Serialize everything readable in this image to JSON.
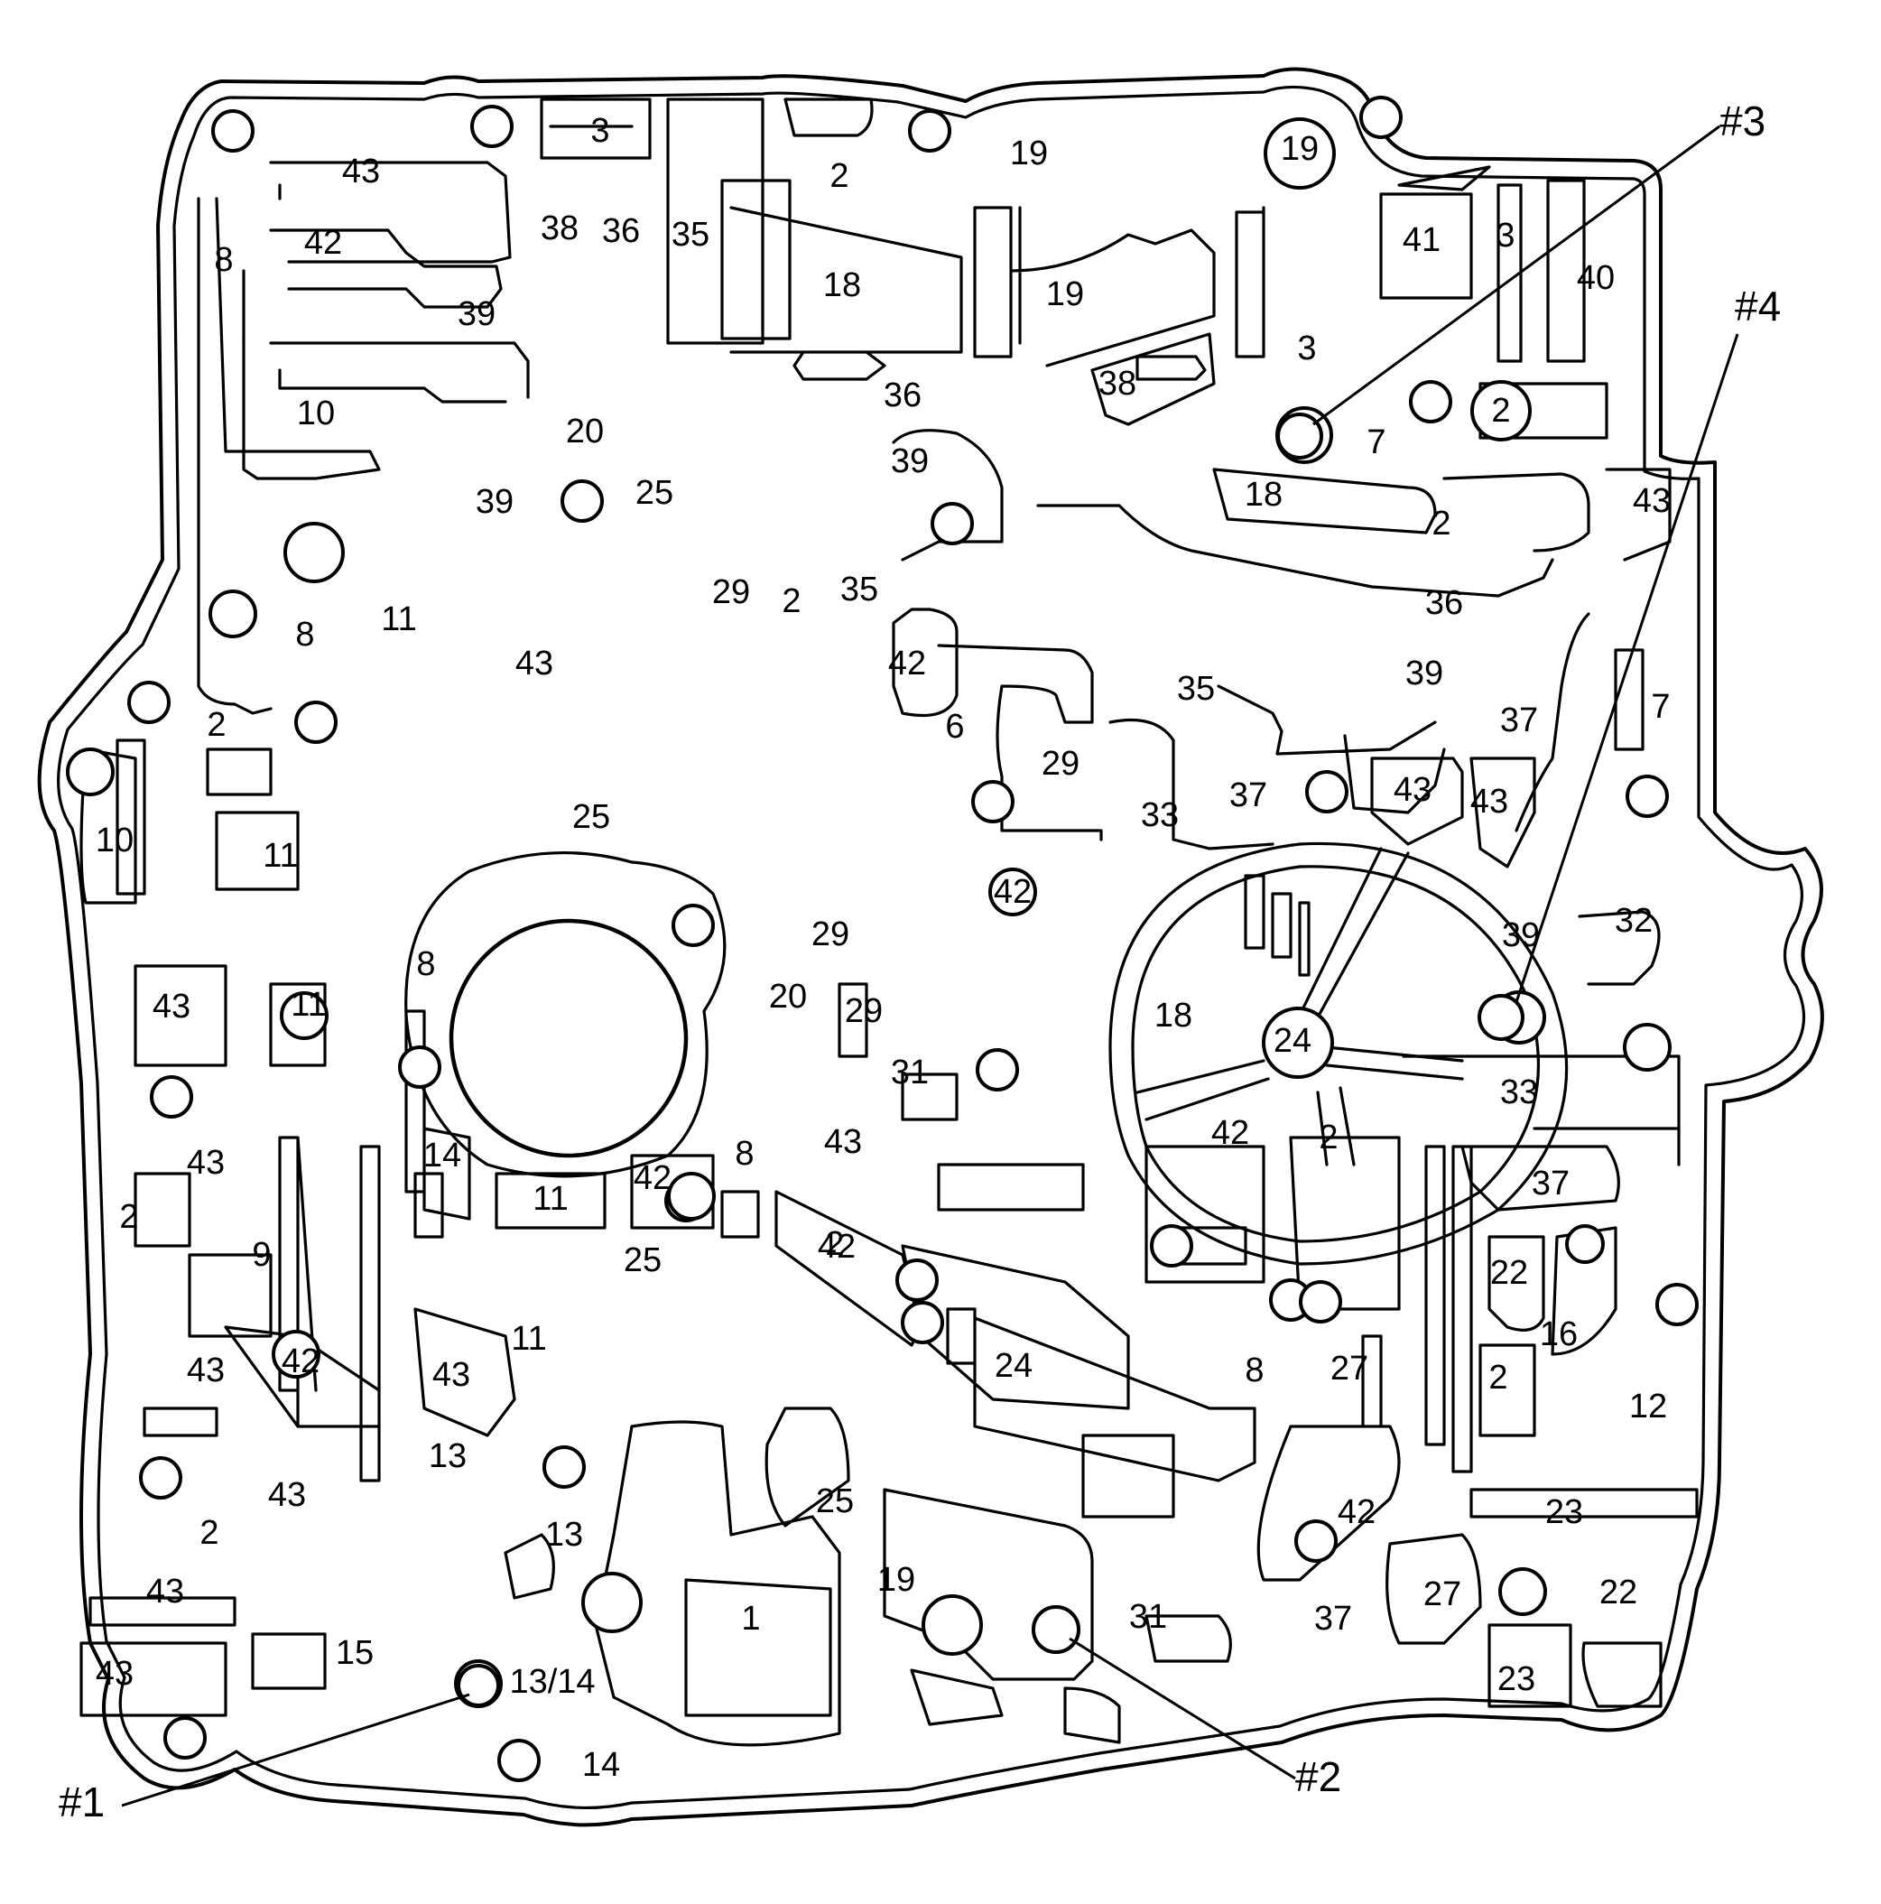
{
  "passage_labels": [
    "3",
    "2",
    "19",
    "19",
    "43",
    "42",
    "8",
    "38",
    "36",
    "35",
    "18",
    "19",
    "41",
    "3",
    "40",
    "39",
    "10",
    "20",
    "36",
    "3",
    "38",
    "2",
    "7",
    "25",
    "39",
    "39",
    "18",
    "2",
    "43",
    "11",
    "8",
    "29",
    "2",
    "35",
    "36",
    "42",
    "39",
    "43",
    "6",
    "29",
    "35",
    "37",
    "2",
    "7",
    "37",
    "43",
    "43",
    "33",
    "10",
    "11",
    "25",
    "42",
    "39",
    "32",
    "8",
    "29",
    "43",
    "11",
    "20",
    "29",
    "18",
    "24",
    "31",
    "14",
    "11",
    "42",
    "43",
    "8",
    "42",
    "2",
    "33",
    "43",
    "37",
    "2",
    "25",
    "42",
    "22",
    "9",
    "2",
    "16",
    "43",
    "42",
    "11",
    "43",
    "24",
    "8",
    "2",
    "27",
    "12",
    "13",
    "13",
    "43",
    "2",
    "23",
    "25",
    "42",
    "19",
    "31",
    "43",
    "1",
    "37",
    "27",
    "22",
    "15",
    "13/14",
    "43",
    "23",
    "14"
  ],
  "callouts": [
    "#1",
    "#2",
    "#3",
    "#4"
  ]
}
